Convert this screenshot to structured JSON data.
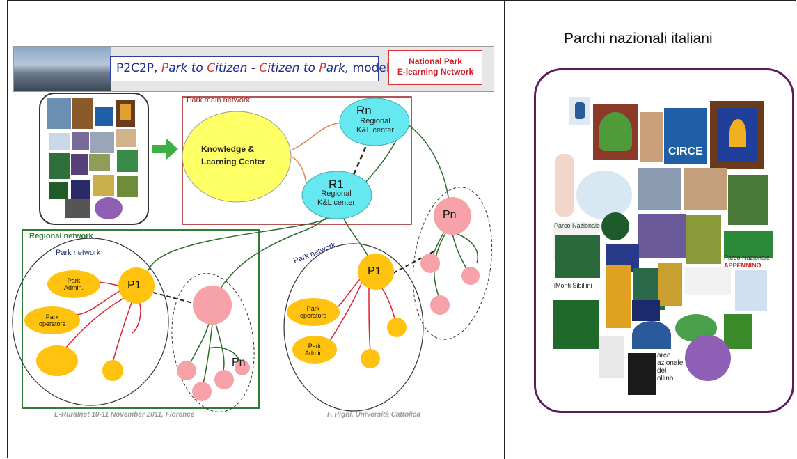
{
  "banner": {
    "model_title": {
      "prefix": "P2C2P, ",
      "p1": "P",
      "t1": "ark to ",
      "c1": "C",
      "t2": "itizen - ",
      "c2": "C",
      "t3": "itizen to ",
      "p2": "P",
      "t4": "ark,",
      "t5": " model"
    },
    "network_label_line1": "National Park",
    "network_label_line2": "E-learning Network"
  },
  "diagram": {
    "park_main_network": "Park main network",
    "knowledge_center_line1": "Knowledge &",
    "knowledge_center_line2": "Learning Center",
    "rn_title": "Rn",
    "rn_line1": "Regional",
    "rn_line2": "K&L center",
    "r1_title": "R1",
    "r1_line1": "Regional",
    "r1_line2": "K&L center",
    "regional_network": "Regional network",
    "park_network_left": "Park network",
    "park_network_right": "Park network",
    "p1_left": "P1",
    "p1_right": "P1",
    "pn_left": "Pn",
    "pn_right": "Pn",
    "admin_left_line1": "Park",
    "admin_left_line2": "Admin.",
    "operators_left_line1": "Park",
    "operators_left_line2": "operators",
    "operators_right_line1": "Park",
    "operators_right_line2": "operators",
    "admin_right_line1": "Park",
    "admin_right_line2": "Admin."
  },
  "footer": {
    "left": "E-Ruralnet 10-11 November 2011, Florence",
    "right": "F. Pigni, Università Cattolica"
  },
  "right_panel": {
    "title": "Parchi nazionali italiani",
    "logos": {
      "circe": "CIRCE",
      "appennino_line1": "Parco Nazionale",
      "appennino_line2": "APPENNINO",
      "sibillini": "iMonti Sibillini",
      "parco_nazionale": "Parco Nazionale",
      "pollino_line1": "arco",
      "pollino_line2": "azionale",
      "pollino_line3": "del",
      "pollino_line4": "ollino"
    }
  },
  "colors": {
    "main_network_border": "#9b1b1b",
    "regional_network_border": "#2e7d32",
    "knowledge_center": "#ffff66",
    "regional_center": "#66e8f0",
    "park_node": "#ffc20e",
    "pn_node": "#f7a1a8",
    "arrow": "#3cb043",
    "montage_border": "#5a1a5c"
  }
}
